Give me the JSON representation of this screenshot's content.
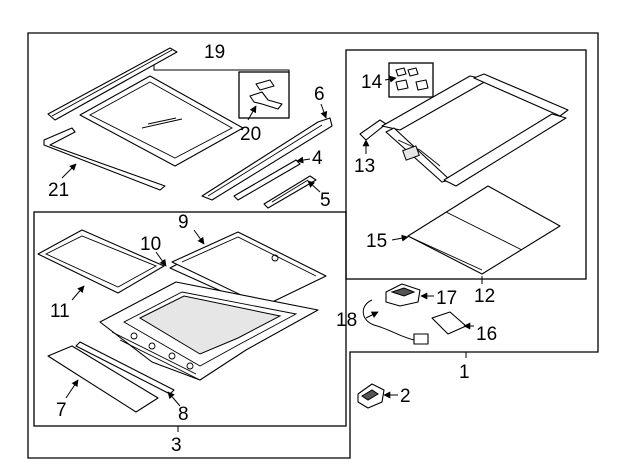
{
  "diagram": {
    "callouts": {
      "c1": "1",
      "c2": "2",
      "c3": "3",
      "c4": "4",
      "c5": "5",
      "c6": "6",
      "c7": "7",
      "c8": "8",
      "c9": "9",
      "c10": "10",
      "c11": "11",
      "c12": "12",
      "c13": "13",
      "c14": "14",
      "c15": "15",
      "c16": "16",
      "c17": "17",
      "c18": "18",
      "c19": "19",
      "c20": "20",
      "c21": "21"
    }
  }
}
